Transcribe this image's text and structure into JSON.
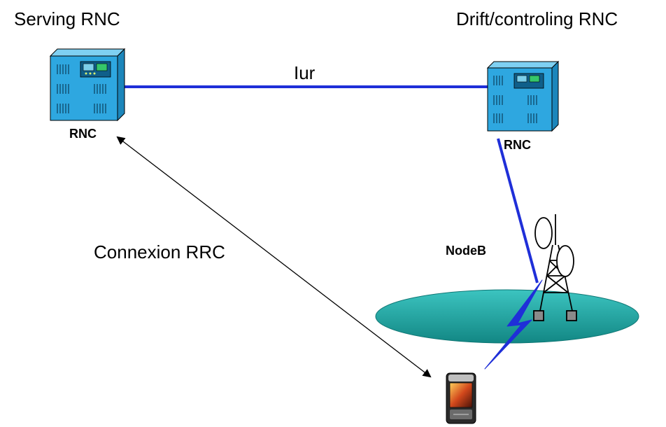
{
  "labels": {
    "serving_rnc": "Serving RNC",
    "drift_rnc": "Drift/controling RNC",
    "iur": "Iur",
    "rnc_left": "RNC",
    "rnc_right": "RNC",
    "nodeb": "NodeB",
    "rrc": "Connexion RRC"
  },
  "colors": {
    "rnc_body": "#2ea7e0",
    "rnc_side": "#1c86bb",
    "link_blue": "#1f2fd8",
    "cell_fill": "#1b9c9a",
    "lightning": "#1f2fd8"
  }
}
